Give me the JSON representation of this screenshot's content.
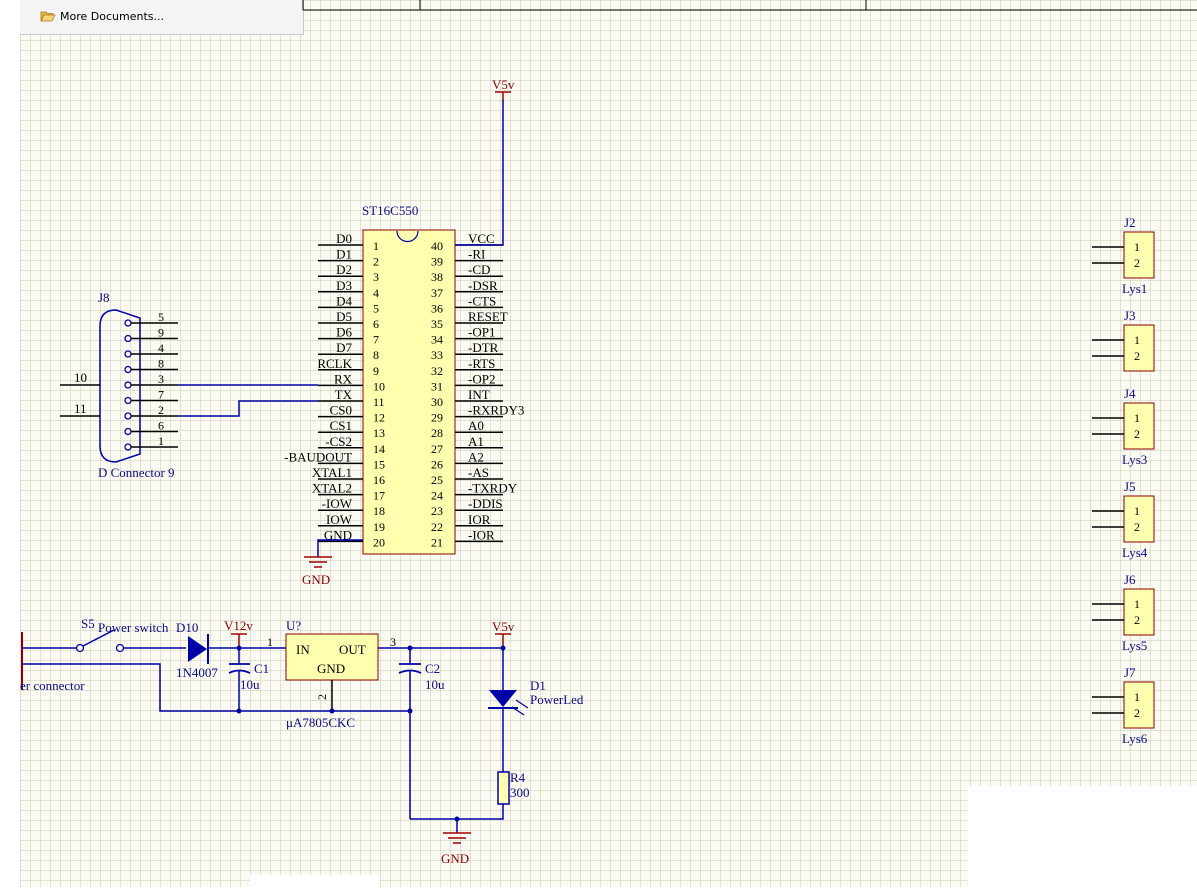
{
  "menu": {
    "more_documents": "More Documents...",
    "icon": "open-folder-icon"
  },
  "mcu": {
    "designator": "ST16C550",
    "left_pins": [
      {
        "name": "D0",
        "num": "1"
      },
      {
        "name": "D1",
        "num": "2"
      },
      {
        "name": "D2",
        "num": "3"
      },
      {
        "name": "D3",
        "num": "4"
      },
      {
        "name": "D4",
        "num": "5"
      },
      {
        "name": "D5",
        "num": "6"
      },
      {
        "name": "D6",
        "num": "7"
      },
      {
        "name": "D7",
        "num": "8"
      },
      {
        "name": "RCLK",
        "num": "9"
      },
      {
        "name": "RX",
        "num": "10"
      },
      {
        "name": "TX",
        "num": "11"
      },
      {
        "name": "CS0",
        "num": "12"
      },
      {
        "name": "CS1",
        "num": "13"
      },
      {
        "name": "-CS2",
        "num": "14"
      },
      {
        "name": "-BAUDOUT",
        "num": "15"
      },
      {
        "name": "XTAL1",
        "num": "16"
      },
      {
        "name": "XTAL2",
        "num": "17"
      },
      {
        "name": "-IOW",
        "num": "18"
      },
      {
        "name": "IOW",
        "num": "19"
      },
      {
        "name": "GND",
        "num": "20"
      }
    ],
    "right_pins": [
      {
        "name": "VCC",
        "num": "40"
      },
      {
        "name": "-RI",
        "num": "39"
      },
      {
        "name": "-CD",
        "num": "38"
      },
      {
        "name": "-DSR",
        "num": "37"
      },
      {
        "name": "-CTS",
        "num": "36"
      },
      {
        "name": "RESET",
        "num": "35"
      },
      {
        "name": "-OP1",
        "num": "34"
      },
      {
        "name": "-DTR",
        "num": "33"
      },
      {
        "name": "-RTS",
        "num": "32"
      },
      {
        "name": "-OP2",
        "num": "31"
      },
      {
        "name": "INT",
        "num": "30"
      },
      {
        "name": "-RXRDY3",
        "num": "29"
      },
      {
        "name": "A0",
        "num": "28"
      },
      {
        "name": "A1",
        "num": "27"
      },
      {
        "name": "A2",
        "num": "26"
      },
      {
        "name": "-AS",
        "num": "25"
      },
      {
        "name": "-TXRDY",
        "num": "24"
      },
      {
        "name": "-DDIS",
        "num": "23"
      },
      {
        "name": "IOR",
        "num": "22"
      },
      {
        "name": "-IOR",
        "num": "21"
      }
    ]
  },
  "dconn": {
    "designator": "J8",
    "name": "D Connector 9",
    "pins": [
      "5",
      "9",
      "4",
      "8",
      "3",
      "7",
      "2",
      "6",
      "1"
    ],
    "left_labels": [
      "10",
      "11"
    ]
  },
  "power_ports": {
    "v5v_top": "V5v",
    "v12v": "V12v",
    "v5v_bottom": "V5v",
    "gnd_mcu": "GND",
    "gnd_bottom": "GND"
  },
  "power": {
    "switch_designator": "S5",
    "switch_name": "Power switch",
    "connector_label": "er connector",
    "diode_designator": "D10",
    "diode_name": "1N4007",
    "c1_designator": "C1",
    "c1_value": "10u",
    "reg_designator": "U?",
    "reg_name": "μA7805CKC",
    "reg_in": "IN",
    "reg_out": "OUT",
    "reg_gnd": "GND",
    "reg_pin_in": "1",
    "reg_pin_out": "3",
    "reg_pin_gnd": "2",
    "c2_designator": "C2",
    "c2_value": "10u",
    "led_designator": "D1",
    "led_name": "PowerLed",
    "r4_designator": "R4",
    "r4_value": "300"
  },
  "headers": [
    {
      "designator": "J2",
      "pin1": "1",
      "pin2": "2",
      "name": "Lys1"
    },
    {
      "designator": "J3",
      "pin1": "1",
      "pin2": "2",
      "name": ""
    },
    {
      "designator": "J4",
      "pin1": "1",
      "pin2": "2",
      "name": "Lys3"
    },
    {
      "designator": "J5",
      "pin1": "1",
      "pin2": "2",
      "name": "Lys4"
    },
    {
      "designator": "J6",
      "pin1": "1",
      "pin2": "2",
      "name": "Lys5"
    },
    {
      "designator": "J7",
      "pin1": "1",
      "pin2": "2",
      "name": "Lys6"
    }
  ],
  "colors": {
    "wire": "#0000a8",
    "power_port": "#8b0000",
    "component_fill": "#ffffb0",
    "sheet": "#fbfbf3"
  }
}
